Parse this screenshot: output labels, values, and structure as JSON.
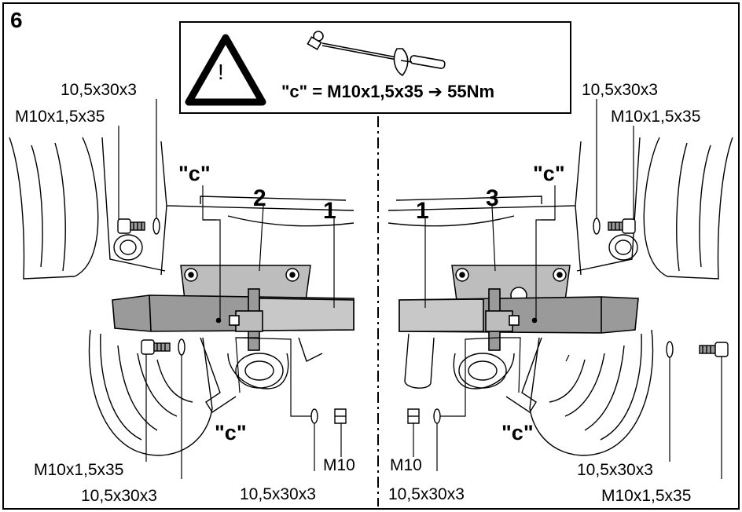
{
  "figure": {
    "step_number": "6",
    "warning": {
      "symbol": "!",
      "formula": "\"c\" = M10x1,5x35 ➔ 55Nm",
      "icon": "torque-wrench-icon"
    },
    "left_view": {
      "part_2": "2",
      "part_1": "1",
      "c_top": "\"c\"",
      "c_bottom": "\"c\"",
      "washer_top": "10,5x30x3",
      "bolt_top": "M10x1,5x35",
      "bolt_lower_left": "M10x1,5x35",
      "washer_lower_left": "10,5x30x3",
      "nut": "M10",
      "washer_nut": "10,5x30x3"
    },
    "right_view": {
      "part_3": "3",
      "part_1": "1",
      "c_top": "\"c\"",
      "c_bottom": "\"c\"",
      "washer_top": "10,5x30x3",
      "bolt_top": "M10x1,5x35",
      "washer_lower_right": "10,5x30x3",
      "bolt_lower_right": "M10x1,5x35",
      "nut": "M10",
      "washer_nut": "10,5x30x3"
    },
    "colors": {
      "line": "#000000",
      "beam": "#9a9a9a",
      "beam_light": "#c8c8c8",
      "background": "#ffffff"
    }
  }
}
